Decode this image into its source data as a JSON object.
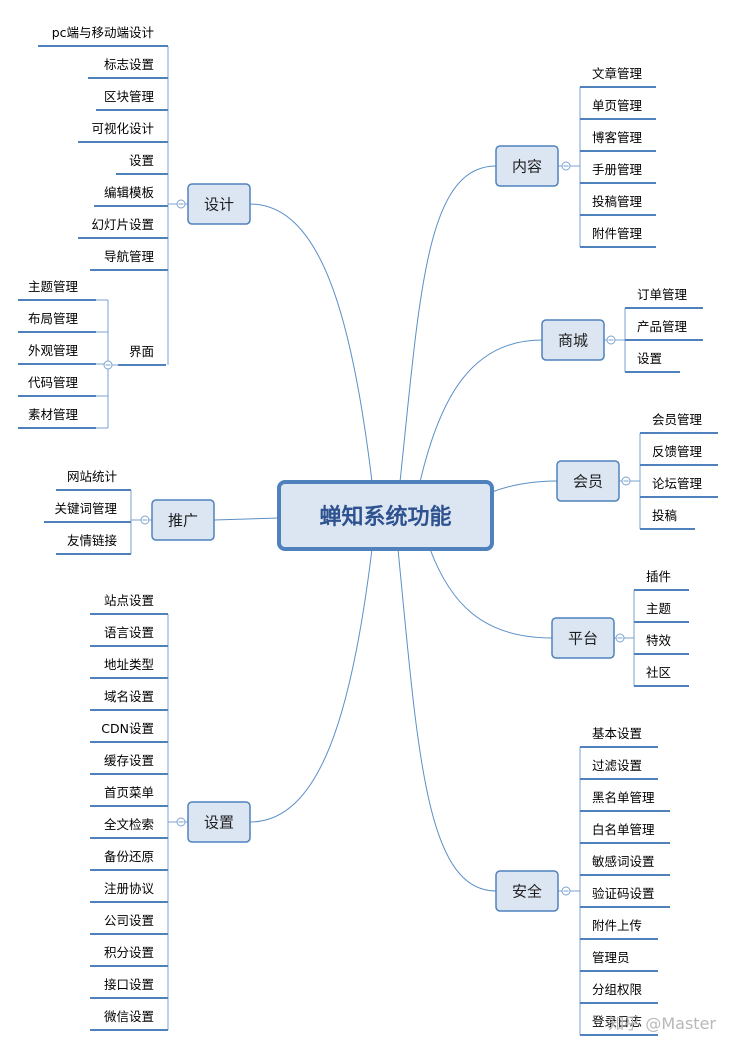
{
  "root": {
    "label": "蝉知系统功能"
  },
  "branches": [
    {
      "id": "design",
      "label": "设计",
      "children": [
        "pc端与移动端设计",
        "标志设置",
        "区块管理",
        "可视化设计",
        "设置",
        "编辑模板",
        "幻灯片设置",
        "导航管理",
        {
          "label": "界面",
          "children": [
            "主题管理",
            "布局管理",
            "外观管理",
            "代码管理",
            "素材管理"
          ]
        }
      ]
    },
    {
      "id": "promotion",
      "label": "推广",
      "children": [
        "网站统计",
        "关键词管理",
        "友情链接"
      ]
    },
    {
      "id": "settings",
      "label": "设置",
      "children": [
        "站点设置",
        "语言设置",
        "地址类型",
        "域名设置",
        "CDN设置",
        "缓存设置",
        "首页菜单",
        "全文检索",
        "备份还原",
        "注册协议",
        "公司设置",
        "积分设置",
        "接口设置",
        "微信设置"
      ]
    },
    {
      "id": "content",
      "label": "内容",
      "children": [
        "文章管理",
        "单页管理",
        "博客管理",
        "手册管理",
        "投稿管理",
        "附件管理"
      ]
    },
    {
      "id": "mall",
      "label": "商城",
      "children": [
        "订单管理",
        "产品管理",
        "设置"
      ]
    },
    {
      "id": "member",
      "label": "会员",
      "children": [
        "会员管理",
        "反馈管理",
        "论坛管理",
        "投稿"
      ]
    },
    {
      "id": "platform",
      "label": "平台",
      "children": [
        "插件",
        "主题",
        "特效",
        "社区"
      ]
    },
    {
      "id": "security",
      "label": "安全",
      "children": [
        "基本设置",
        "过滤设置",
        "黑名单管理",
        "白名单管理",
        "敏感词设置",
        "验证码设置",
        "附件上传",
        "管理员",
        "分组权限",
        "登录日志"
      ]
    }
  ],
  "watermark": "知乎 @Master",
  "colors": {
    "line": "#5b8fc7",
    "underline": "#4f81bd",
    "box_fill": "#dce6f2",
    "root_text": "#2e528f"
  }
}
